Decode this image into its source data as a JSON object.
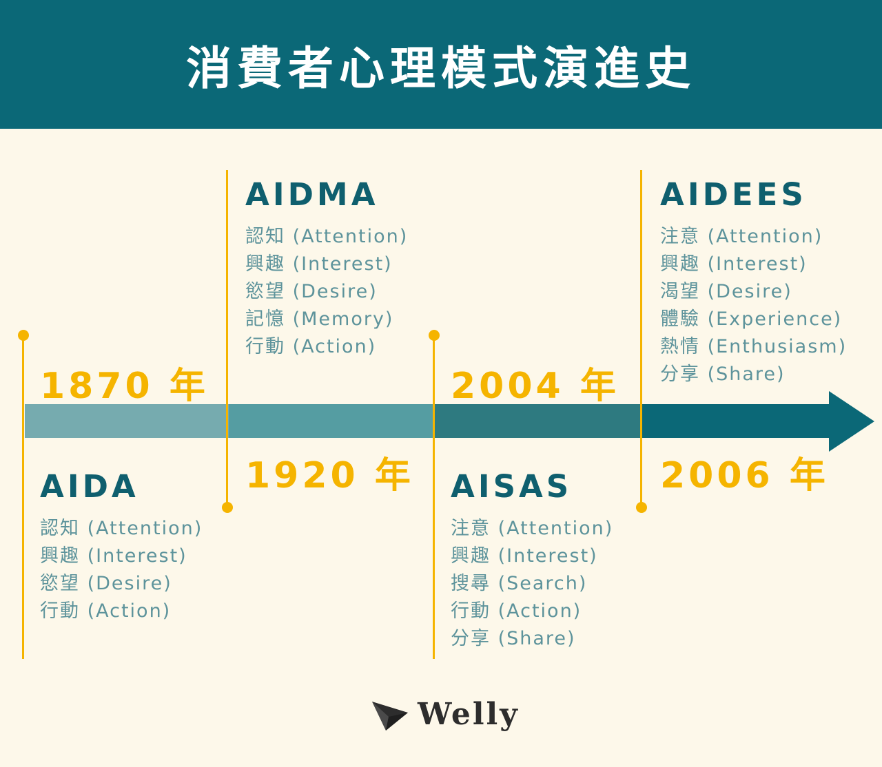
{
  "title": "消費者心理模式演進史",
  "colors": {
    "header_bg": "#0b6877",
    "background": "#fdf8ea",
    "accent_yellow": "#f5b400",
    "model_title": "#0f5f6e",
    "step_text": "#5d939b",
    "timeline_segments": [
      "#76abaf",
      "#559da2",
      "#2e7a80",
      "#0b6877"
    ]
  },
  "timeline": [
    {
      "year": "1870 年",
      "model": "AIDA",
      "steps": [
        "認知 (Attention)",
        "興趣 (Interest)",
        "慾望 (Desire)",
        "行動 (Action)"
      ]
    },
    {
      "year": "1920 年",
      "model": "AIDMA",
      "steps": [
        "認知 (Attention)",
        "興趣 (Interest)",
        "慾望 (Desire)",
        "記憶 (Memory)",
        "行動 (Action)"
      ]
    },
    {
      "year": "2004 年",
      "model": "AISAS",
      "steps": [
        "注意 (Attention)",
        "興趣 (Interest)",
        "搜尋 (Search)",
        "行動 (Action)",
        "分享 (Share)"
      ]
    },
    {
      "year": "2006 年",
      "model": "AIDEES",
      "steps": [
        "注意 (Attention)",
        "興趣 (Interest)",
        "渴望 (Desire)",
        "體驗 (Experience)",
        "熱情 (Enthusiasm)",
        "分享 (Share)"
      ]
    }
  ],
  "logo": {
    "text": "Welly",
    "icon": "paper-plane-icon"
  }
}
